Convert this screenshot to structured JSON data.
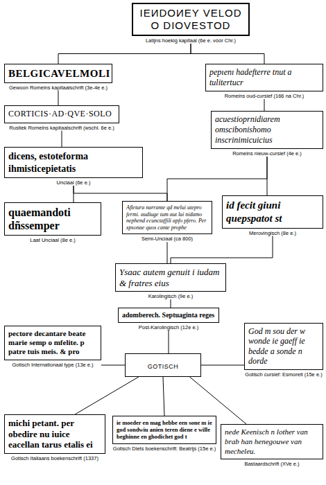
{
  "diagram": {
    "nodes": [
      {
        "text": [
          "IEИDOИEY VELOD O DIOVESTOD",
          "Latijns hoekig kapitaal (6e e. vóór Chr.)"
        ]
      },
      {
        "text": [
          "BELGICAVELMOLI",
          "Gewoon Romeins kapitaalschrift (3e-4e e.)"
        ]
      },
      {
        "text": [
          "pepıenı hadefterre tnut a tulitertucr",
          "Romeins oud-cursief (166 na Chr.)"
        ]
      },
      {
        "text": [
          "CORTICIS·AD·QVE·SOLO",
          "Rustiek Romeins kapitaalschrift (wschl. 6e e.)"
        ]
      },
      {
        "text": [
          "acuestioprnidiarem omscibonishomo inscrinimicuicius",
          "Romeins nieuw-cursief (4e e.)"
        ]
      },
      {
        "text": [
          "dicens, estoteforma ihmisticepietatis",
          "Unciaal (6e e.)"
        ]
      },
      {
        "text": [
          "quaemandoti dñssemper",
          "Laat Unciaal (8e e.)"
        ]
      },
      {
        "text": [
          "Afletura narrante qd melui utepro fermi. audiuge tum aut lui nidamo nephend ecunctaffili apfo pfero. Per xpsonae quos cante prophe",
          "Semi-Unciaal (ca 800)"
        ]
      },
      {
        "text": [
          "id fecit giuni quepspatot st",
          "Merovingisch (8e e.)"
        ]
      },
      {
        "text": [
          "Ysaac autem genuit i iudam & fratres eius",
          "Karolingisch (9e e.)"
        ]
      },
      {
        "text": [
          "adomberech. Septuaginta reges",
          "Post-Karolingisch (12e e.)"
        ]
      },
      {
        "text": [
          "GOTISCH"
        ]
      },
      {
        "text": [
          "pectore decantare beate marie semp o mfelite. p patre tuis meis. & pro",
          "Gotisch Internationaal type (13e e.)"
        ]
      },
      {
        "text": [
          "God m sou der w wonde ie gaeff ie bedde a sonde n dorde",
          "Gotisch cursief: Esmoreit (15e e.)"
        ]
      },
      {
        "text": [
          "michi petant. per obedire nu iuice eacellan tarus etalis ei",
          "Gotisch Italiaans boekenschrift (1337)"
        ]
      },
      {
        "text": [
          "ie moeder en mag hebbe een sone m ie god sondwiu anien teren diene e wille beghinne en ghodichet god t",
          "Gotisch Diets boekenschrift: Beatrijs (15e e.)"
        ]
      },
      {
        "text": [
          "nede Keenisch n lother van brab han henegouwe van mecheleu.",
          "Bastaardschrift (XVe e.)"
        ]
      }
    ],
    "edges": [
      {
        "from": 0,
        "to": 1,
        "arrow": "none"
      },
      {
        "from": 0,
        "to": 2,
        "arrow": "none"
      },
      {
        "from": 1,
        "to": 3,
        "arrow": "none"
      },
      {
        "from": 2,
        "to": 4,
        "arrow": "none"
      },
      {
        "from": 3,
        "to": 5,
        "arrow": "none"
      },
      {
        "from": 5,
        "to": 6,
        "arrow": "none"
      },
      {
        "from": 5,
        "to": 7,
        "arrow": "none"
      },
      {
        "from": 4,
        "to": 7,
        "arrow": "none"
      },
      {
        "from": 4,
        "to": 8,
        "arrow": "none"
      },
      {
        "from": 7,
        "to": 9,
        "arrow": "none"
      },
      {
        "from": 8,
        "to": 9,
        "arrow": "none"
      },
      {
        "from": 9,
        "to": 10,
        "arrow": "none"
      },
      {
        "from": 10,
        "to": 11,
        "arrow": "none"
      },
      {
        "from": 11,
        "to": 12,
        "arrow": "none"
      },
      {
        "from": 11,
        "to": 13,
        "arrow": "none"
      },
      {
        "from": 11,
        "to": 14,
        "arrow": "none"
      },
      {
        "from": 11,
        "to": 15,
        "arrow": "none"
      },
      {
        "from": 11,
        "to": 16,
        "arrow": "none"
      }
    ]
  }
}
